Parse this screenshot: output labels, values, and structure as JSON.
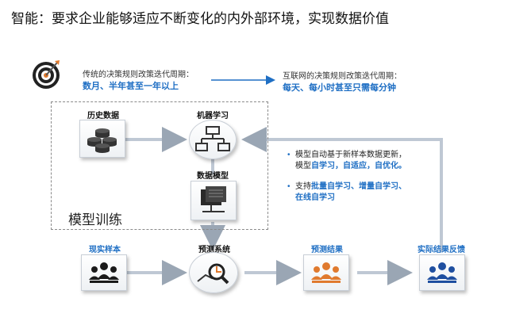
{
  "title": "智能：要求企业能够适应不断变化的内外部环境，实现数据价值",
  "traditional": {
    "label": "传统的决策规则改策迭代周期：",
    "value": "数月、半年甚至一年以上"
  },
  "internet": {
    "label": "互联网的决策规则改策迭代周期：",
    "value": "每天、每小时甚至只需每分钟"
  },
  "nodes": {
    "history": "历史数据",
    "ml": "机器学习",
    "model": "数据模型",
    "sample": "现实样本",
    "predict": "预测系统",
    "result": "预测结果",
    "feedback": "实际结果反馈"
  },
  "training_label": "模型训练",
  "bullets": {
    "b1_line1": "模型自动基于新样本数据更新，",
    "b1_line2_pre": "模型",
    "b1_line2_bold": "自学习，自适应，自优化。",
    "b2_line1_pre": "支持",
    "b2_line1_bold": "批量自学习、增量自学习、",
    "b2_line2_bold": "在线自学习"
  },
  "colors": {
    "accent": "#1f6fc4",
    "orange": "#e07a2e",
    "arrow": "#bfc8d4",
    "dark": "#1a1a1a"
  }
}
